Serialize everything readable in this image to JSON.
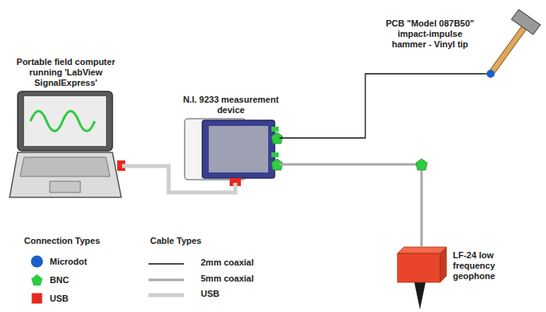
{
  "diagram": {
    "nodes": [
      {
        "text": [
          "Portable field computer running 'LabView SignalExpress'"
        ]
      },
      {
        "text": [
          "N.I. 9233 measurement device"
        ]
      },
      {
        "text": [
          "PCB \"Model 087B50\" impact-impulse hammer - Vinyl tip"
        ]
      },
      {
        "text": [
          "LF-24 low frequency geophone"
        ]
      }
    ],
    "edges": [
      {
        "from": 0,
        "to": 1,
        "arrow": "none"
      },
      {
        "from": 1,
        "to": 2,
        "arrow": "none"
      },
      {
        "from": 1,
        "to": 3,
        "arrow": "none"
      }
    ],
    "labels": [
      "Connection Types",
      "Cable Types"
    ],
    "legend": [
      {
        "text": "Microdot",
        "color": "#1a5fc8"
      },
      {
        "text": "BNC",
        "color": "#2ecc40"
      },
      {
        "text": "USB",
        "color": "#e8281e"
      },
      {
        "text": "2mm coaxial"
      },
      {
        "text": "5mm coaxial"
      },
      {
        "text": "USB"
      }
    ]
  }
}
